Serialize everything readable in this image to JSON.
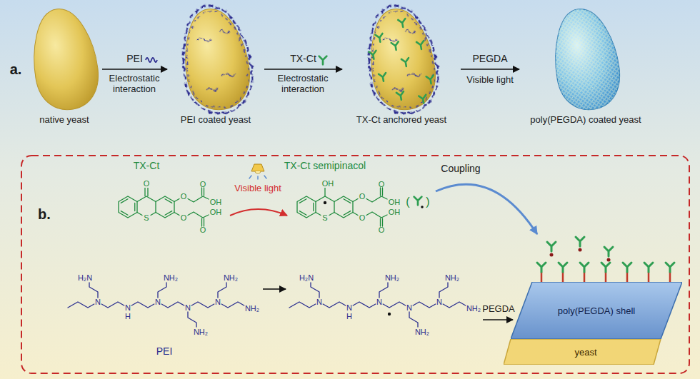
{
  "diagram": {
    "nodes": [
      {
        "text": [
          "native yeast"
        ]
      },
      {
        "text": [
          "PEI coated yeast"
        ]
      },
      {
        "text": [
          "TX-Ct anchored yeast"
        ]
      },
      {
        "text": [
          "poly(PEGDA) coated yeast"
        ]
      },
      {
        "text": [
          "poly(PEGDA) shell"
        ]
      },
      {
        "text": [
          "yeast"
        ]
      }
    ],
    "edges": [
      {
        "from": 0,
        "to": 1,
        "label": "PEI",
        "arrow": "to"
      },
      {
        "from": 1,
        "to": 2,
        "label": "TX-Ct",
        "arrow": "to"
      },
      {
        "from": 2,
        "to": 3,
        "label": "PEGDA",
        "arrow": "to"
      }
    ],
    "labels": [
      "a.",
      "Electrostatic interaction",
      "Electrostatic interaction",
      "Visible light",
      "b.",
      "TX-Ct",
      "TX-Ct semipinacol",
      "Visible light",
      "Coupling",
      "(",
      ")",
      "PEGDA",
      "PEI",
      "O",
      "S",
      "O",
      "O",
      "OH",
      "O",
      "O",
      "OH",
      "OH",
      "S",
      "O",
      "O",
      "OH",
      "O",
      "O",
      "OH",
      "H₂N",
      "N",
      "N",
      "H",
      "N",
      "NH₂",
      "N",
      "NH₂",
      "N",
      "NH₂",
      "NH₂",
      "H₂N",
      "N",
      "N",
      "H",
      "N",
      "NH₂",
      "N",
      "NH₂",
      "N",
      "NH₂",
      "NH₂"
    ]
  }
}
